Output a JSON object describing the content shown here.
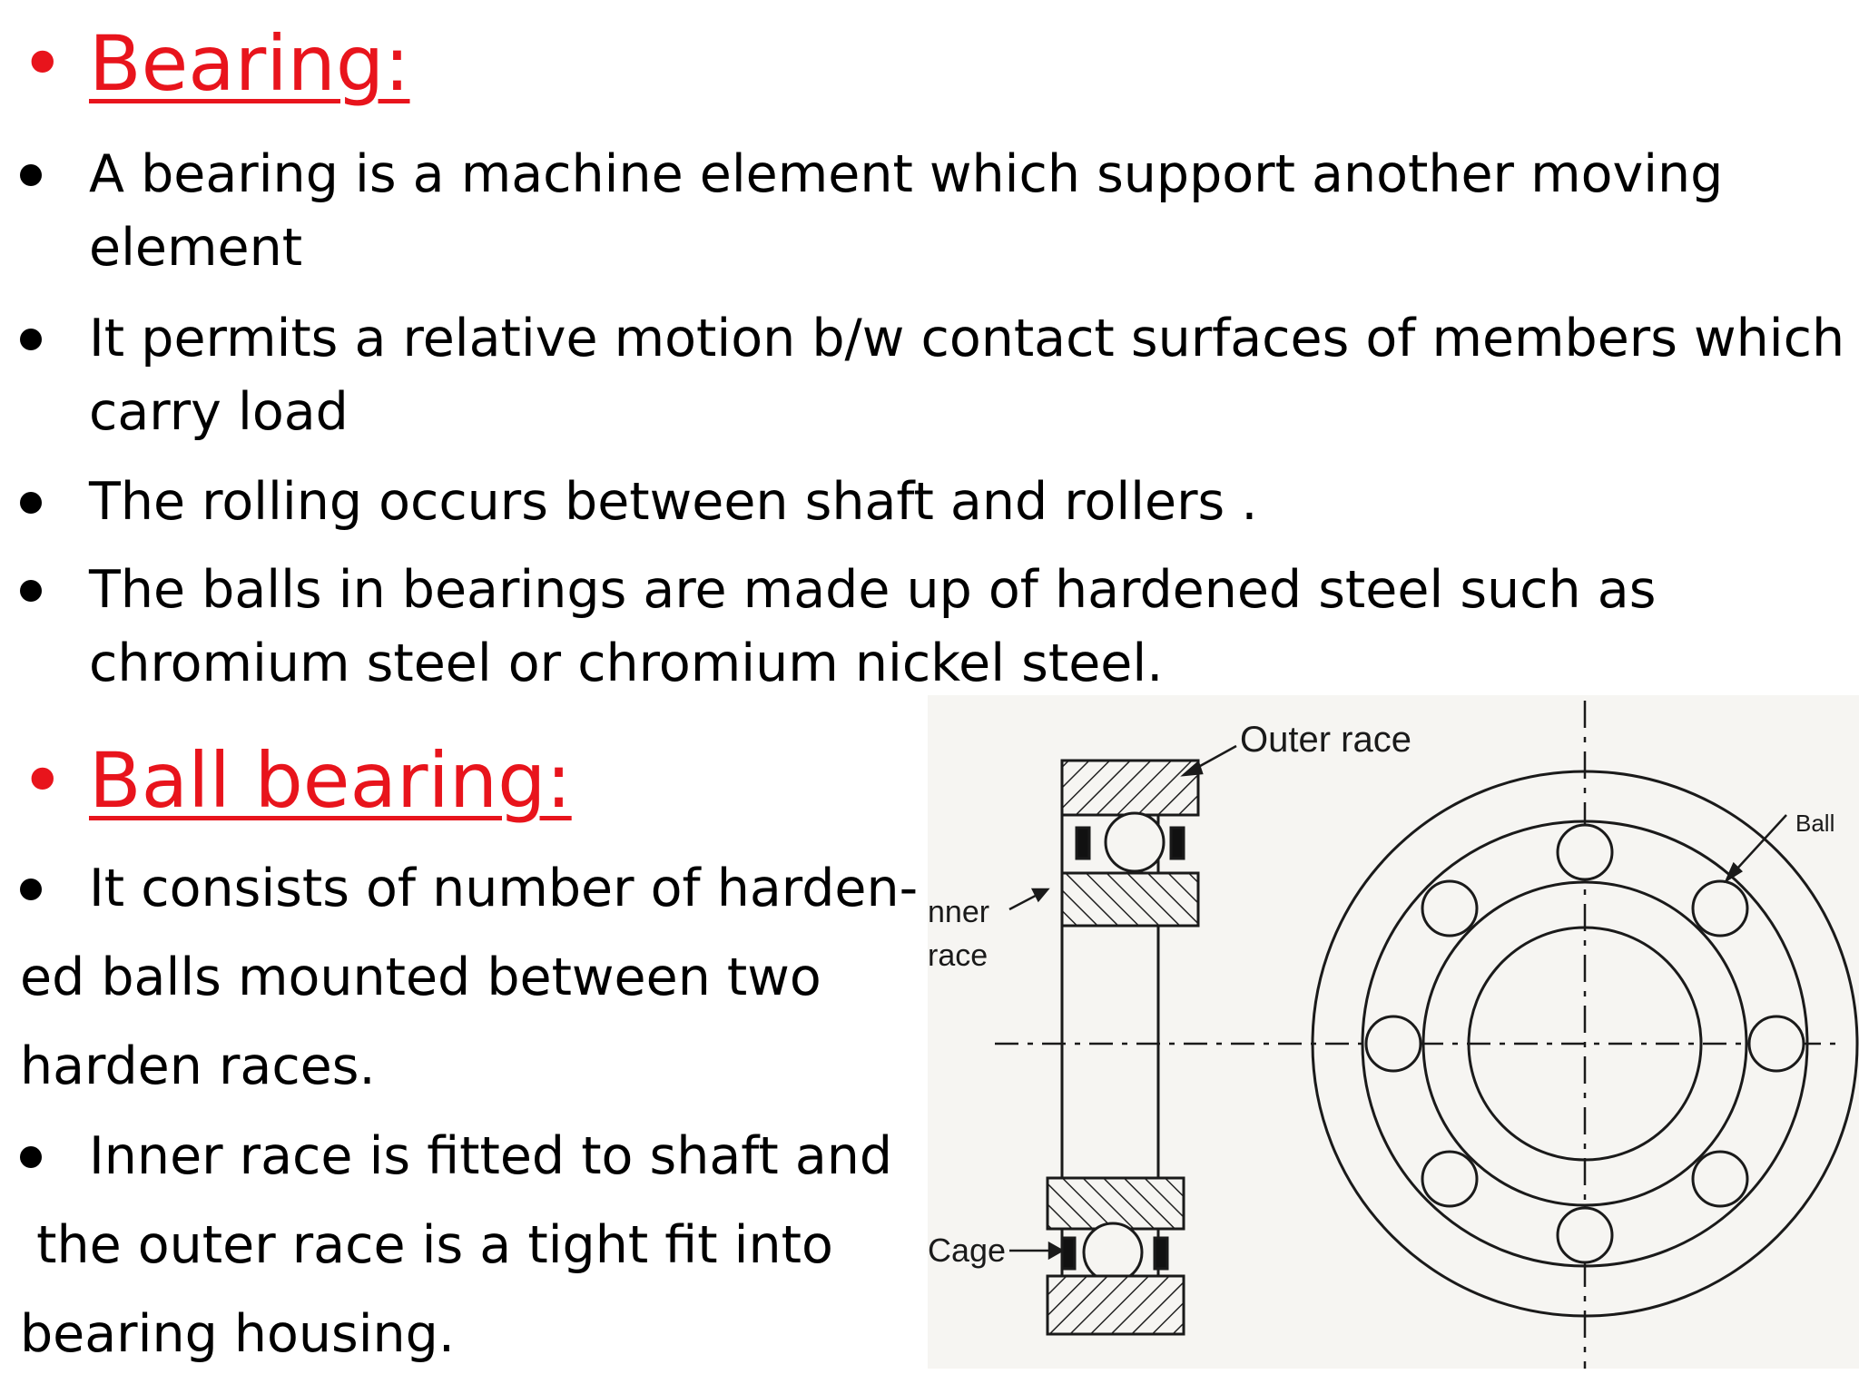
{
  "section1": {
    "heading": "Bearing:",
    "bullets": [
      [
        "A bearing is a machine element which support another moving",
        "element"
      ],
      [
        "It permits a relative motion b/w contact surfaces of members which",
        "carry load"
      ],
      [
        "The rolling occurs between shaft and rollers ."
      ],
      [
        "The balls in bearings are made up of hardened steel such as",
        "chromium steel or chromium nickel steel."
      ]
    ]
  },
  "section2": {
    "heading": "Ball bearing:",
    "bullets": [
      [
        "It consists of number of harden-",
        "ed  balls mounted between two",
        "harden races."
      ],
      [
        "Inner race is fitted to shaft and",
        " the outer race is a tight fit into",
        "bearing housing."
      ]
    ]
  },
  "diagram": {
    "labels": {
      "outer_race": "Outer race",
      "ball": "Ball",
      "inner": "nner",
      "race": "race",
      "cage": "Cage"
    }
  }
}
